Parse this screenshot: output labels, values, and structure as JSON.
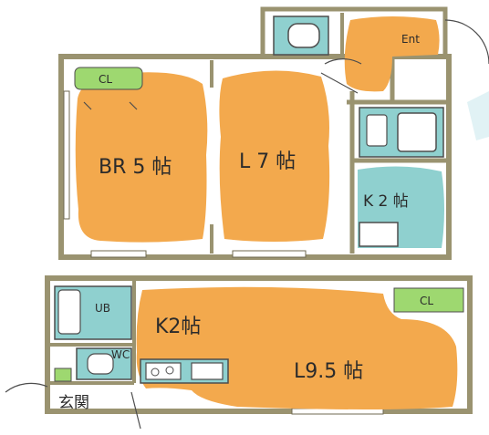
{
  "colors": {
    "wall": "#9a9370",
    "wall_dark": "#6f6a52",
    "orange": "#f3a94d",
    "teal": "#8fd0cf",
    "green": "#9ed870",
    "floor": "#ffffff",
    "outline": "#4d4d4d"
  },
  "plan_top": {
    "rooms": {
      "bedroom": "BR 5 帖",
      "living": "L 7 帖",
      "kitchen": "K 2 帖",
      "entrance": "Ent",
      "closet": "CL"
    }
  },
  "plan_bottom": {
    "rooms": {
      "living": "L9.5 帖",
      "kitchen": "K2帖",
      "bath": "UB",
      "toilet": "WC",
      "closet": "CL",
      "genkan": "玄関"
    }
  }
}
